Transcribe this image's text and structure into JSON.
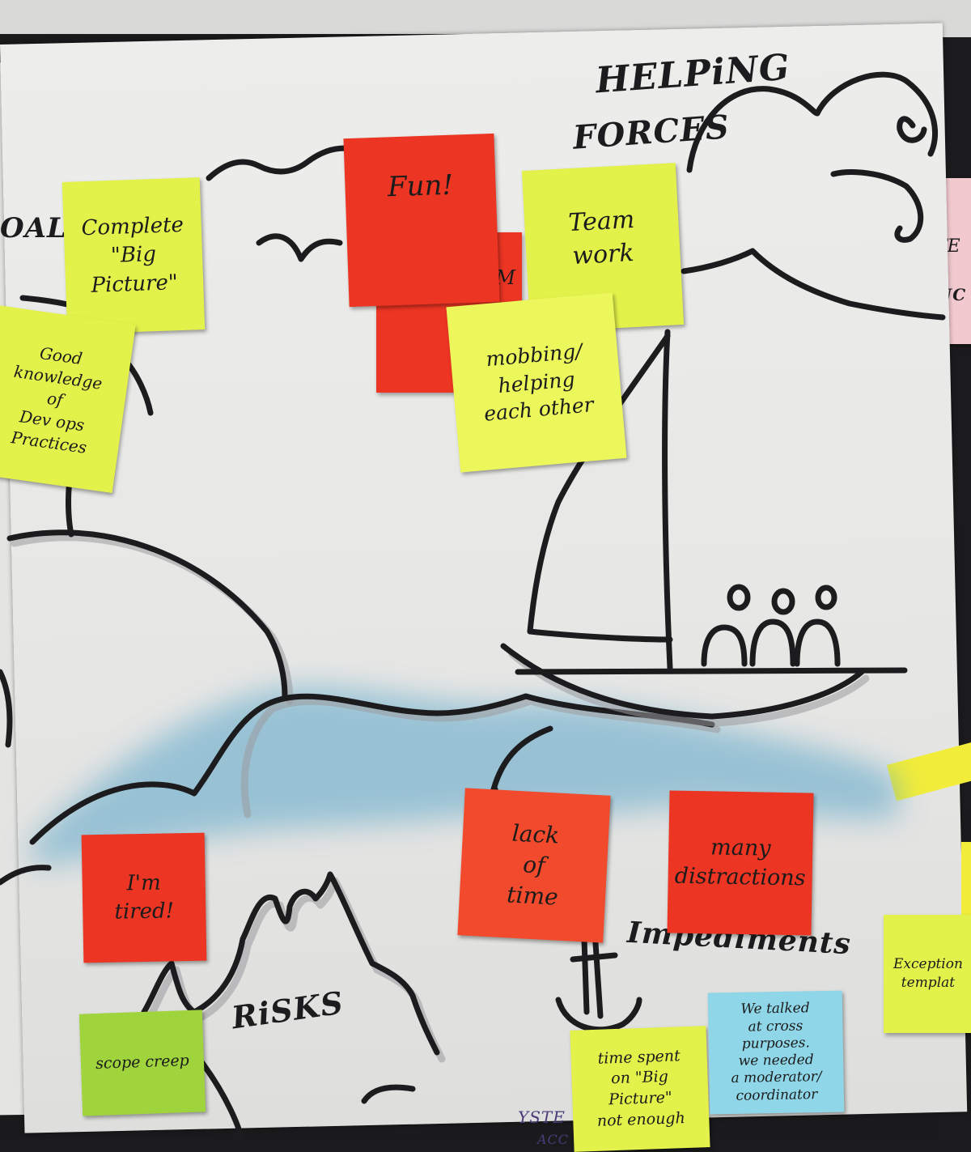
{
  "headings": {
    "helping_line1": "HELPiNG",
    "helping_line2": "FORCES",
    "goal_partial": "OAL",
    "risks": "RiSKS",
    "impediments": "Impediments"
  },
  "notes": {
    "complete_big_picture": "Complete\n\"Big Picture\"",
    "good_knowledge": "Good knowledge\nof\nDev ops\nPractices",
    "fun": "Fun!",
    "hidden_red_partial": "M",
    "team_work": "Team\nwork",
    "mobbing": "mobbing/\nhelping\neach other",
    "im_tired": "I'm\ntired!",
    "lack_of_time": "lack\nof\ntime",
    "many_distractions": "many\ndistractions",
    "scope_creep": "scope creep",
    "time_spent": "time spent\non \"Big Picture\"\nnot enough",
    "talked_cross_purposes": "We talked\nat cross\npurposes.\nwe needed\na moderator/\ncoordinator",
    "exception_template": "Exception\ntemplat",
    "pink_partial_1": "TE",
    "pink_partial_2": "NC",
    "bottom_partial_1": "YSTE",
    "bottom_partial_2": "ACC"
  },
  "colors": {
    "yellow_note": "#e3f24a",
    "red_note": "#ec3523",
    "green_note": "#9fd43c",
    "blue_note": "#8fd7e8",
    "pink_note": "#f1c9cf",
    "water": "#6fb3d1",
    "marker": "#1c1c1e"
  }
}
